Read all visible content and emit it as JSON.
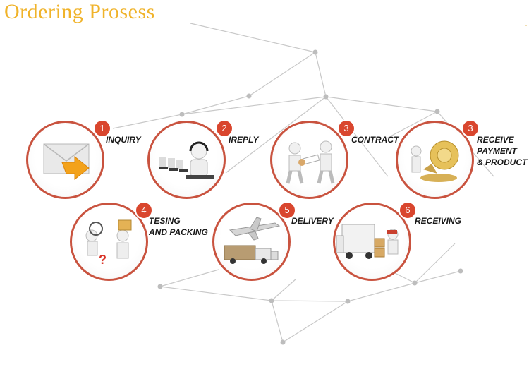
{
  "title": "Ordering Prosess",
  "steps": [
    {
      "number": "1",
      "label": "INQUIRY"
    },
    {
      "number": "2",
      "label": "IREPLY"
    },
    {
      "number": "3",
      "label": "CONTRACT"
    },
    {
      "number": "3",
      "label_lines": [
        "RECEIVE",
        "PAYMENT",
        "& PRODUCT"
      ]
    },
    {
      "number": "4",
      "label_lines": [
        "TESING",
        "AND PACKING"
      ]
    },
    {
      "number": "5",
      "label": "DELIVERY"
    },
    {
      "number": "6",
      "label": "RECEIVING"
    }
  ],
  "colors": {
    "accent": "#d9462e",
    "ring": "#c9533f",
    "title": "#f0b32a",
    "network": "#c8c8c8"
  }
}
